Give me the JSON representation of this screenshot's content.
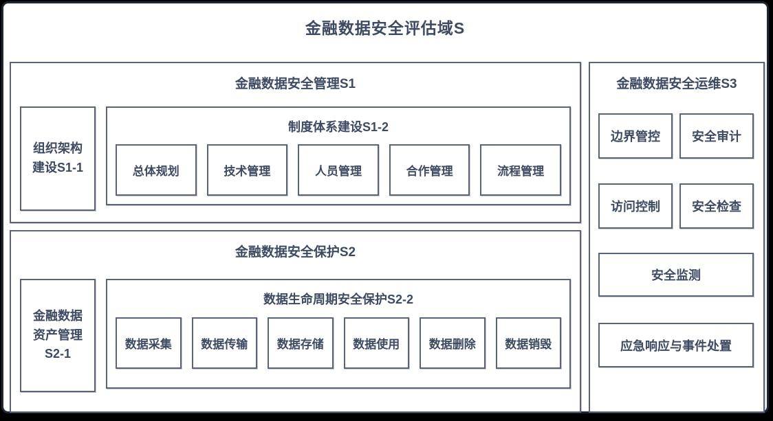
{
  "colors": {
    "text": "#3d4a63",
    "box_border": "#59637a",
    "outer_border": "#20263a",
    "card_background": "#ffffff",
    "page_background": "#000000"
  },
  "diagram": {
    "title": "金融数据安全评估域S",
    "sections": {
      "s1": {
        "title": "金融数据安全管理S1",
        "side_box": {
          "lines": [
            "组织架构",
            "建设S1-1"
          ]
        },
        "sub": {
          "title": "制度体系建设S1-2",
          "items": [
            "总体规划",
            "技术管理",
            "人员管理",
            "合作管理",
            "流程管理"
          ]
        }
      },
      "s2": {
        "title": "金融数据安全保护S2",
        "side_box": {
          "lines": [
            "金融数据",
            "资产管理",
            "S2-1"
          ]
        },
        "sub": {
          "title": "数据生命周期安全保护S2-2",
          "items": [
            "数据采集",
            "数据传输",
            "数据存储",
            "数据使用",
            "数据删除",
            "数据销毁"
          ]
        }
      },
      "s3": {
        "title": "金融数据安全运维S3",
        "grid_items": [
          "边界管控",
          "安全审计",
          "访问控制",
          "安全检查"
        ],
        "wide_items": [
          "安全监测",
          "应急响应与事件处置"
        ]
      }
    }
  }
}
